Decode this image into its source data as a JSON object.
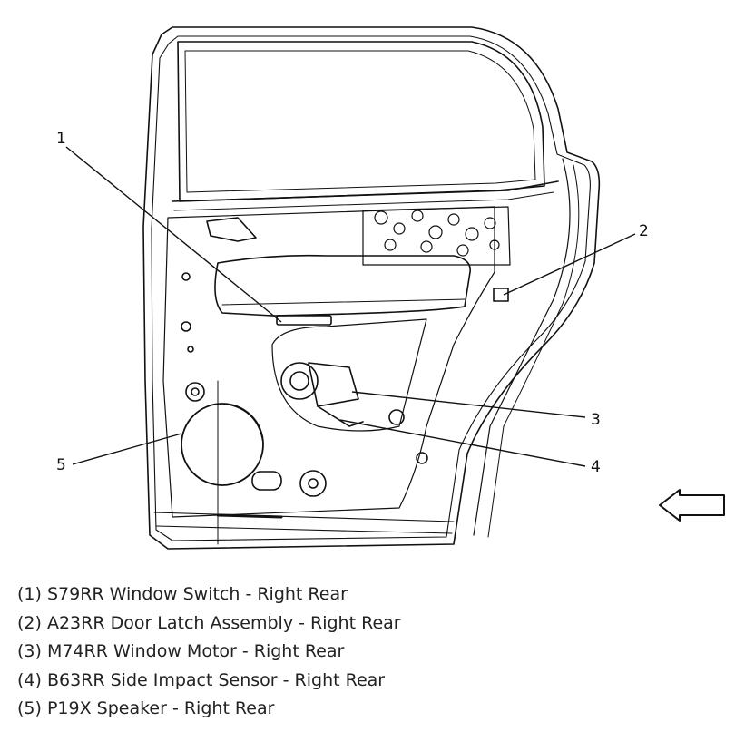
{
  "callouts": [
    {
      "number": "1",
      "label": "(1) S79RR Window Switch - Right Rear"
    },
    {
      "number": "2",
      "label": "(2) A23RR Door Latch Assembly - Right Rear"
    },
    {
      "number": "3",
      "label": "(3) M74RR Window Motor - Right Rear"
    },
    {
      "number": "4",
      "label": "(4) B63RR Side Impact Sensor - Right Rear"
    },
    {
      "number": "5",
      "label": "(5) P19X Speaker - Right Rear"
    }
  ],
  "colors": {
    "line": "#111111",
    "background": "#ffffff"
  }
}
